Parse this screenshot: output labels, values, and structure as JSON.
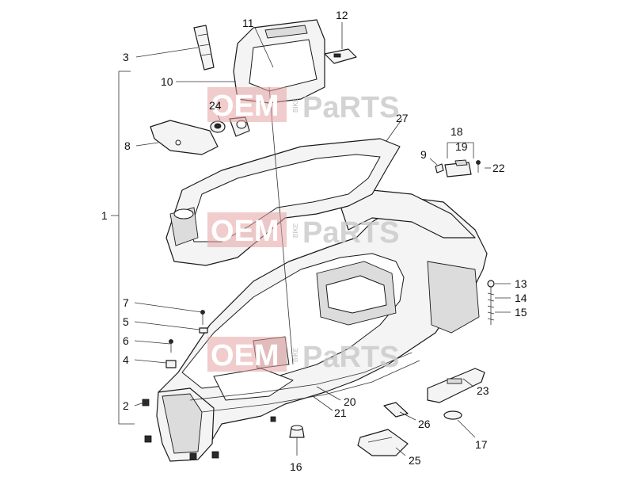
{
  "watermark": {
    "oem": "OEM",
    "bike": "BIKE",
    "parts": "PaRTS"
  },
  "labels": {
    "l1": "1",
    "l2": "2",
    "l3": "3",
    "l4": "4",
    "l5": "5",
    "l6": "6",
    "l7": "7",
    "l8": "8",
    "l9": "9",
    "l10": "10",
    "l11": "11",
    "l12": "12",
    "l13": "13",
    "l14": "14",
    "l15": "15",
    "l16": "16",
    "l17": "17",
    "l18": "18",
    "l19": "19",
    "l20": "20",
    "l21": "21",
    "l22": "22",
    "l23": "23",
    "l24": "24",
    "l25": "25",
    "l26": "26",
    "l27": "27"
  }
}
